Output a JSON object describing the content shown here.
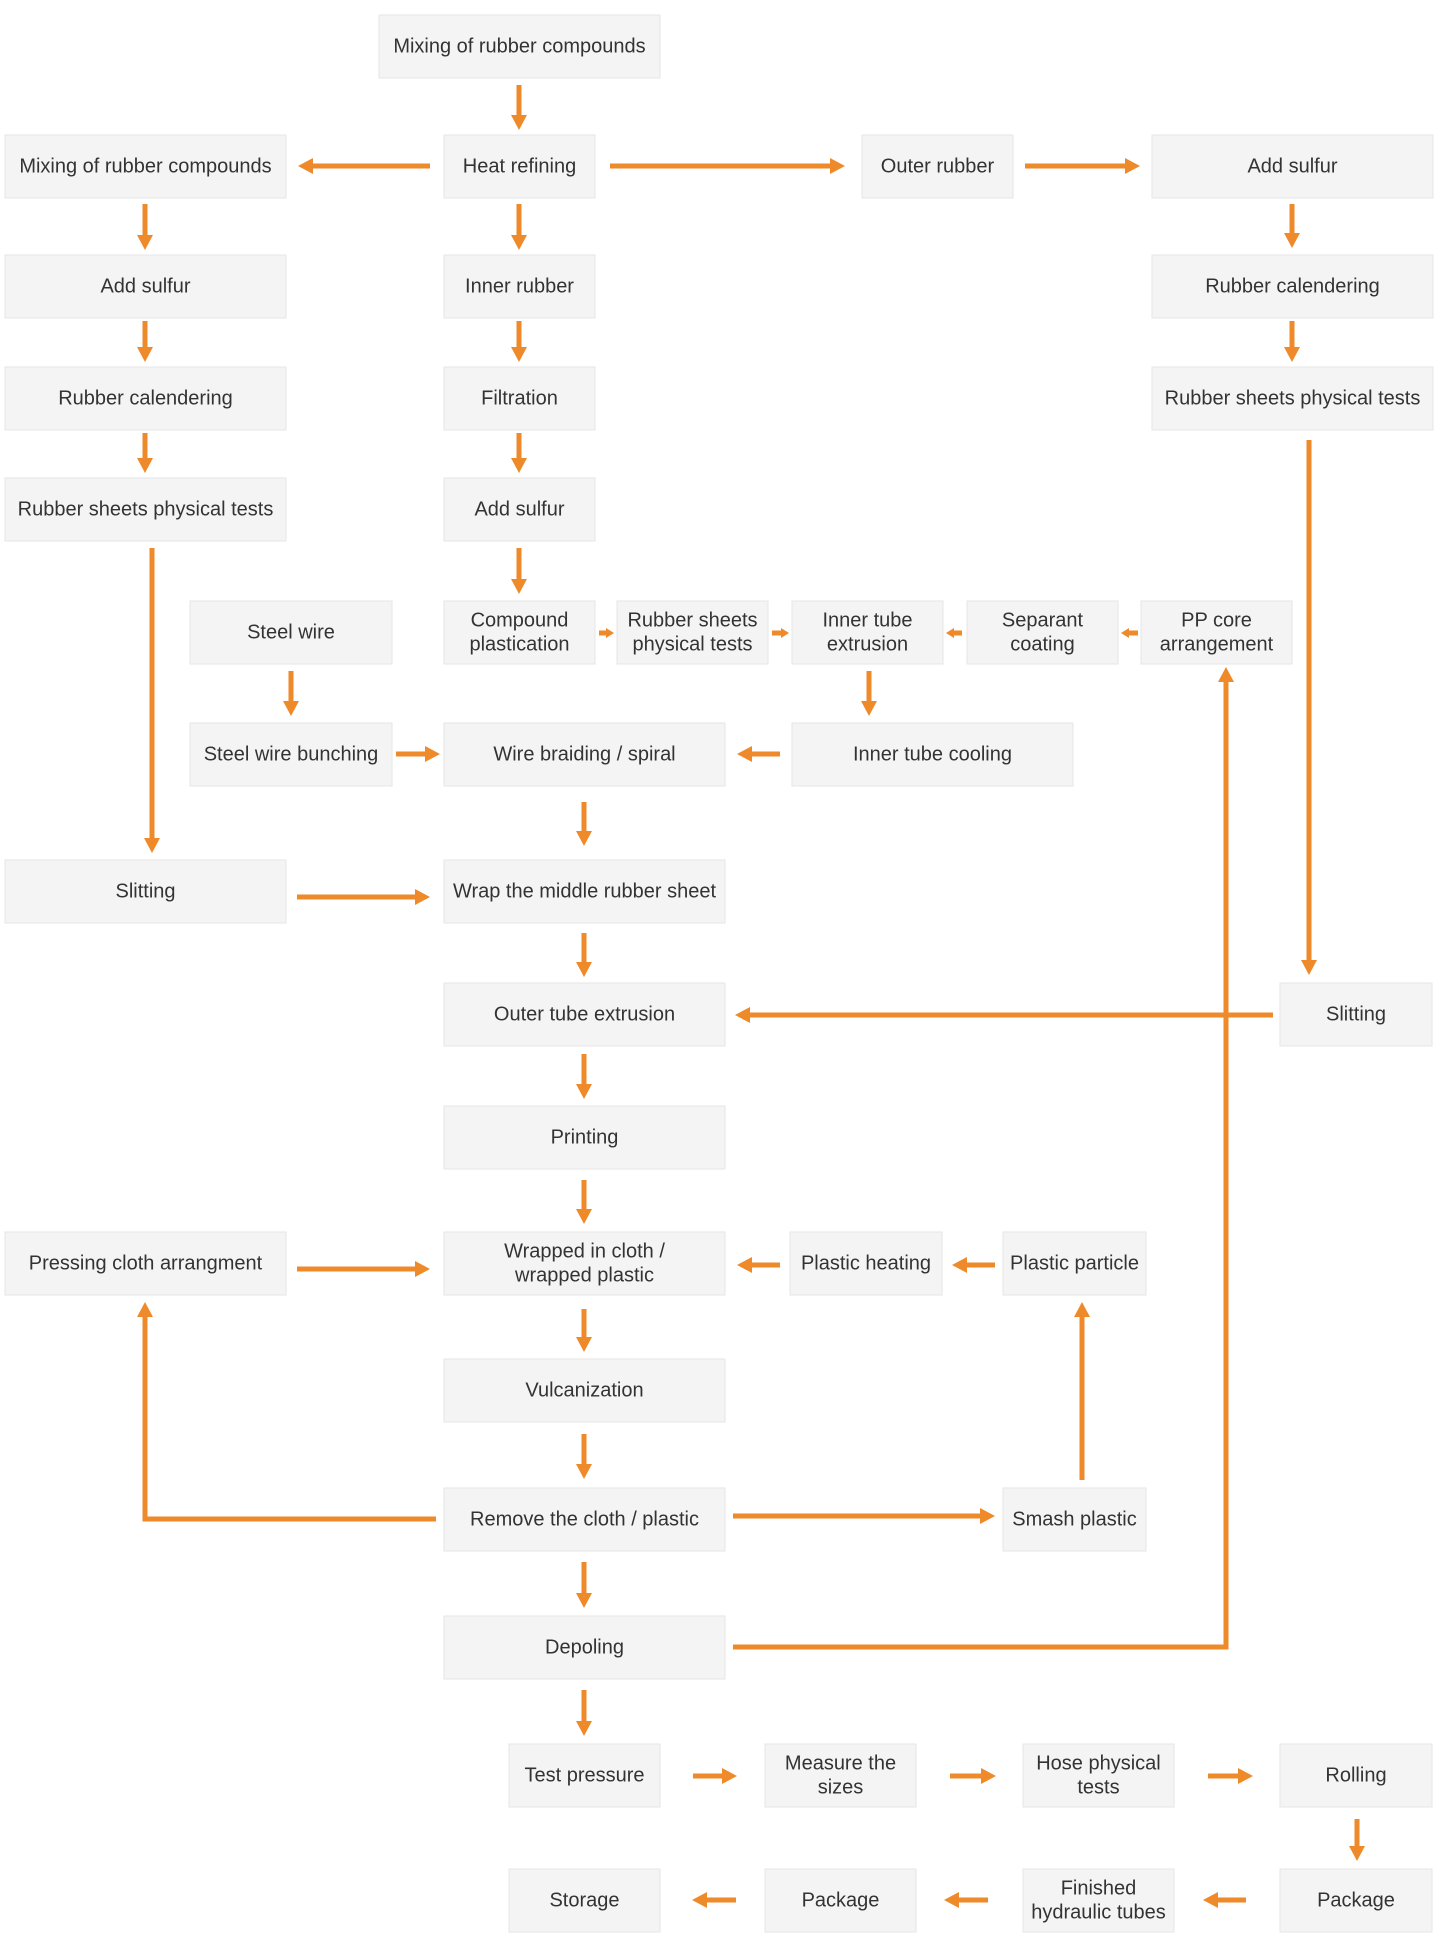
{
  "colors": {
    "arrow": "#ee8a2a",
    "box_fill": "#f4f4f4",
    "box_border": "#e6e6e6",
    "text": "#333333"
  },
  "nodes": {
    "mix_top": [
      "Mixing of rubber compounds"
    ],
    "mix_left": [
      "Mixing of rubber compounds"
    ],
    "heat_refining": [
      "Heat refining"
    ],
    "outer_rubber": [
      "Outer rubber"
    ],
    "add_sulfur_right": [
      "Add sulfur"
    ],
    "add_sulfur_left": [
      "Add sulfur"
    ],
    "inner_rubber": [
      "Inner rubber"
    ],
    "calendering_right": [
      "Rubber calendering"
    ],
    "calendering_left": [
      "Rubber calendering"
    ],
    "filtration": [
      "Filtration"
    ],
    "tests_right": [
      "Rubber sheets physical tests"
    ],
    "tests_left": [
      "Rubber sheets physical tests"
    ],
    "add_sulfur_mid": [
      "Add sulfur"
    ],
    "steel_wire": [
      "Steel wire"
    ],
    "compound_plastication": [
      "Compound",
      "plastication"
    ],
    "tests_mid": [
      "Rubber sheets",
      "physical tests"
    ],
    "inner_tube_extrusion": [
      "Inner tube",
      "extrusion"
    ],
    "separant_coating": [
      "Separant",
      "coating"
    ],
    "pp_core": [
      "PP core",
      "arrangement"
    ],
    "steel_wire_bunching": [
      "Steel wire bunching"
    ],
    "wire_braiding": [
      "Wire braiding / spiral"
    ],
    "inner_tube_cooling": [
      "Inner tube cooling"
    ],
    "slitting_left": [
      "Slitting"
    ],
    "wrap_middle": [
      "Wrap the middle rubber sheet"
    ],
    "outer_tube_extrusion": [
      "Outer tube extrusion"
    ],
    "slitting_right": [
      "Slitting"
    ],
    "printing": [
      "Printing"
    ],
    "pressing_cloth": [
      "Pressing cloth arrangment"
    ],
    "wrapped_cloth": [
      "Wrapped in cloth /",
      "wrapped plastic"
    ],
    "plastic_heating": [
      "Plastic heating"
    ],
    "plastic_particle": [
      "Plastic particle"
    ],
    "vulcanization": [
      "Vulcanization"
    ],
    "remove_cloth": [
      "Remove the cloth / plastic"
    ],
    "smash_plastic": [
      "Smash plastic"
    ],
    "depoling": [
      "Depoling"
    ],
    "test_pressure": [
      "Test pressure"
    ],
    "measure_sizes": [
      "Measure the",
      "sizes"
    ],
    "hose_tests": [
      "Hose physical",
      "tests"
    ],
    "rolling": [
      "Rolling"
    ],
    "storage": [
      "Storage"
    ],
    "package_mid": [
      "Package"
    ],
    "finished_tubes": [
      "Finished",
      "hydraulic tubes"
    ],
    "package_right": [
      "Package"
    ]
  }
}
